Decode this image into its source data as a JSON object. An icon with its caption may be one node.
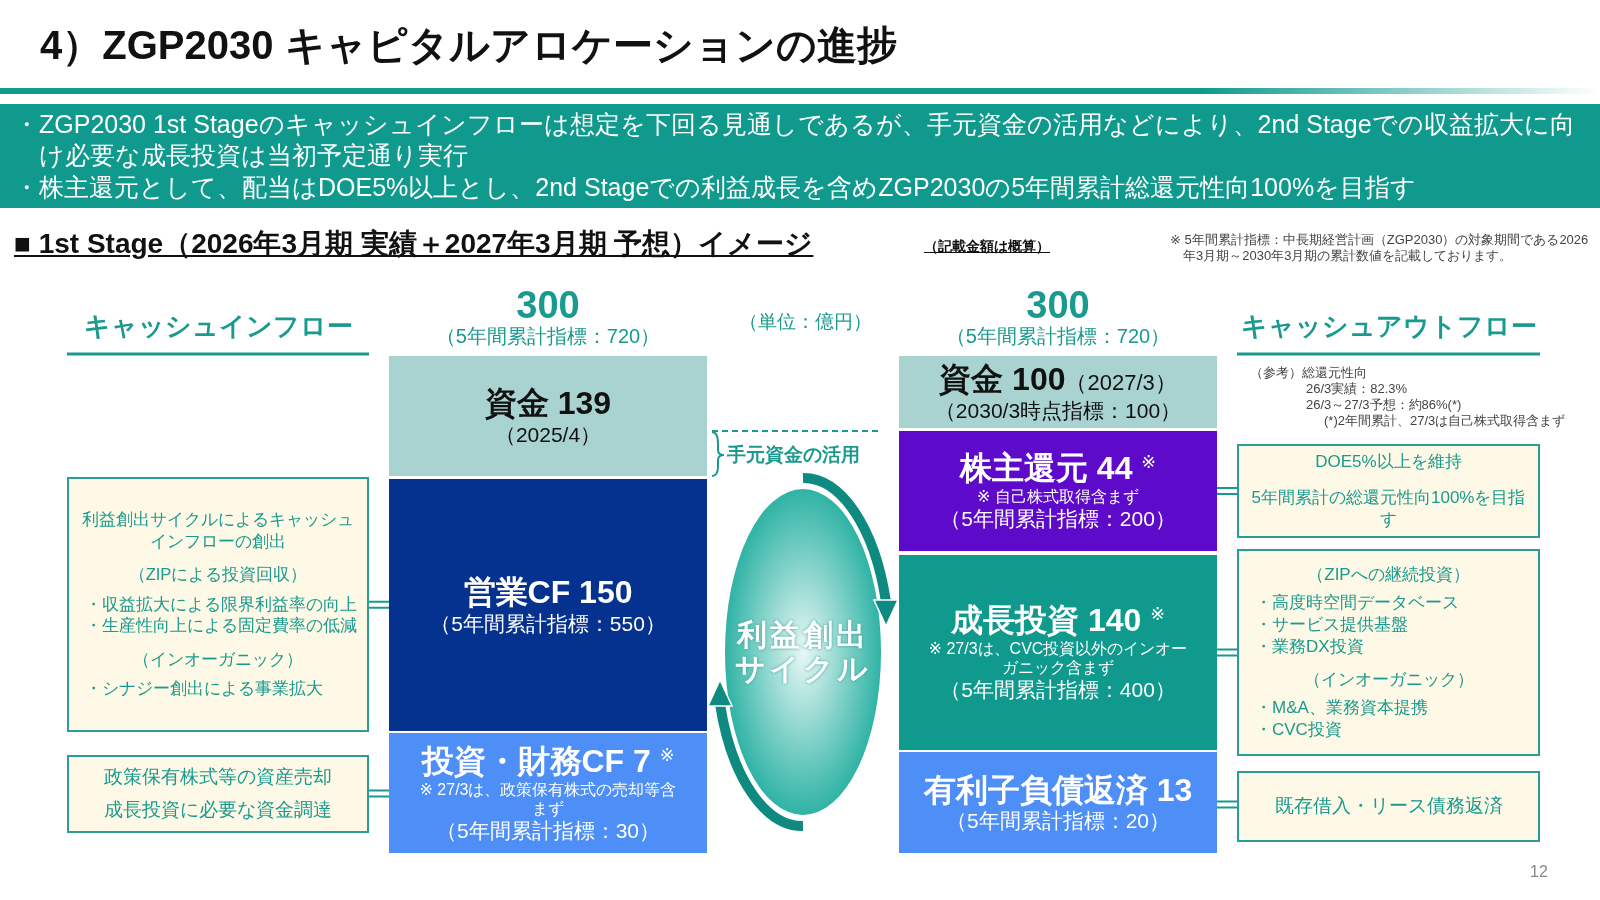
{
  "diagram": {
    "title": "4）ZGP2030 キャピタルアロケーションの進捗",
    "nodes": [
      {
        "text": [
          "利益創出サイクルによるキャッシュインフローの創出",
          "（ZIPによる投資回収）",
          "・収益拡大による限界利益率の向上",
          "・生産性向上による固定費率の低減",
          "（インオーガニック）",
          "・シナジー創出による事業拡大"
        ]
      },
      {
        "text": [
          "政策保有株式等の資産売却",
          "成長投資に必要な資金調達"
        ]
      },
      {
        "text": [
          "資金 139",
          "（2025/4）"
        ]
      },
      {
        "text": [
          "営業CF 150",
          "（5年間累計指標：550）"
        ]
      },
      {
        "text": [
          "投資・財務CF 7 $^{※}$",
          "※ 27/3は、政策保有株式の売却等含まず",
          "（5年間累計指標：30）"
        ]
      },
      {
        "text": [
          "利益創出サイクル"
        ]
      },
      {
        "text": [
          "資金 100",
          "（2027/3）",
          "（2030/3時点指標：100）"
        ]
      },
      {
        "text": [
          "株主還元 44 $^{※}$",
          "※ 自己株式取得含まず",
          "（5年間累計指標：200）"
        ]
      },
      {
        "text": [
          "成長投資 140 $^{※}$",
          "※ 27/3は、CVC投資以外のインオーガニック含まず",
          "（5年間累計指標：400）"
        ]
      },
      {
        "text": [
          "有利子負債返済 13",
          "（5年間累計指標：20）"
        ]
      },
      {
        "text": [
          "DOE5%以上を維持",
          "5年間累計の総還元性向100%を目指す"
        ]
      },
      {
        "text": [
          "（ZIPへの継続投資）",
          "・高度時空間データベース",
          "・サービス提供基盤",
          "・業務DX投資",
          "（インオーガニック）",
          "・M&A、業務資本提携",
          "・CVC投資"
        ]
      },
      {
        "text": [
          "既存借入・リース債務返済"
        ]
      }
    ],
    "edges": [
      {
        "from": 0,
        "to": 3,
        "arrow": "none"
      },
      {
        "from": 1,
        "to": 4,
        "arrow": "none"
      },
      {
        "from": 7,
        "to": 10,
        "arrow": "none"
      },
      {
        "from": 8,
        "to": 11,
        "arrow": "none"
      },
      {
        "from": 9,
        "to": 12,
        "arrow": "none"
      }
    ],
    "labels": [
      "・ZGP2030 1st Stageのキャッシュインフローは想定を下回る見通しであるが、手元資金の活用などにより、2nd Stageでの収益拡大に向け必要な成長投資は当初予定通り実行",
      "・株主還元として、配当はDOE5%以上とし、2nd Stageでの利益成長を含めZGP2030の5年間累計総還元性向100%を目指す",
      "■ 1st Stage（2026年3月期 実績＋2027年3月期 予想）イメージ",
      "（記載金額は概算）",
      "※ 5年間累計指標：中長期経営計画（ZGP2030）の対象期間である2026年3月期～2030年3月期の累計数値を記載しております。",
      "キャッシュインフロー",
      "300",
      "（5年間累計指標：720）",
      "（単位：億円）",
      "300",
      "（5年間累計指標：720）",
      "キャッシュアウトフロー",
      "（参考）総還元性向",
      "26/3実績：82.3%",
      "26/3～27/3予想：約86%(*)",
      "(*)2年間累計、27/3は自己株式取得含まず",
      "手元資金の活用",
      "12"
    ]
  }
}
